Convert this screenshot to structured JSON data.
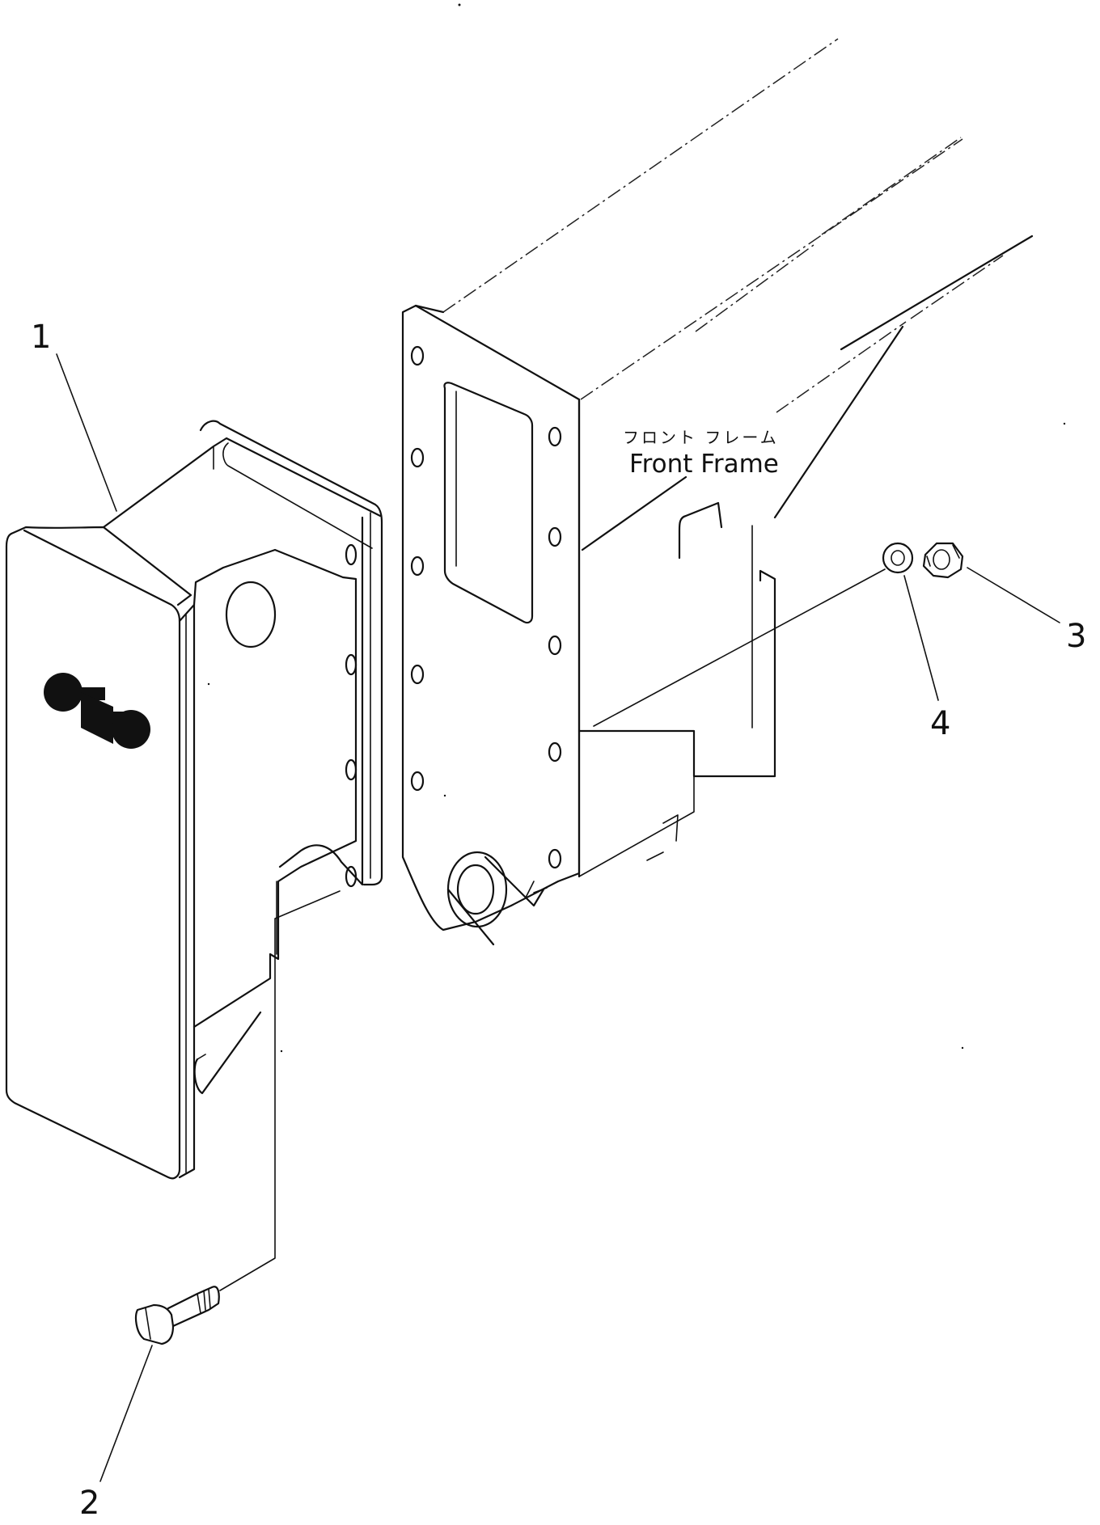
{
  "callouts": [
    {
      "number": "1"
    },
    {
      "number": "2"
    },
    {
      "number": "3"
    },
    {
      "number": "4"
    }
  ],
  "frame_label": {
    "japanese": "フロント フレーム",
    "english": "Front Frame"
  },
  "colors": {
    "line": "#111111",
    "background": "#ffffff"
  }
}
